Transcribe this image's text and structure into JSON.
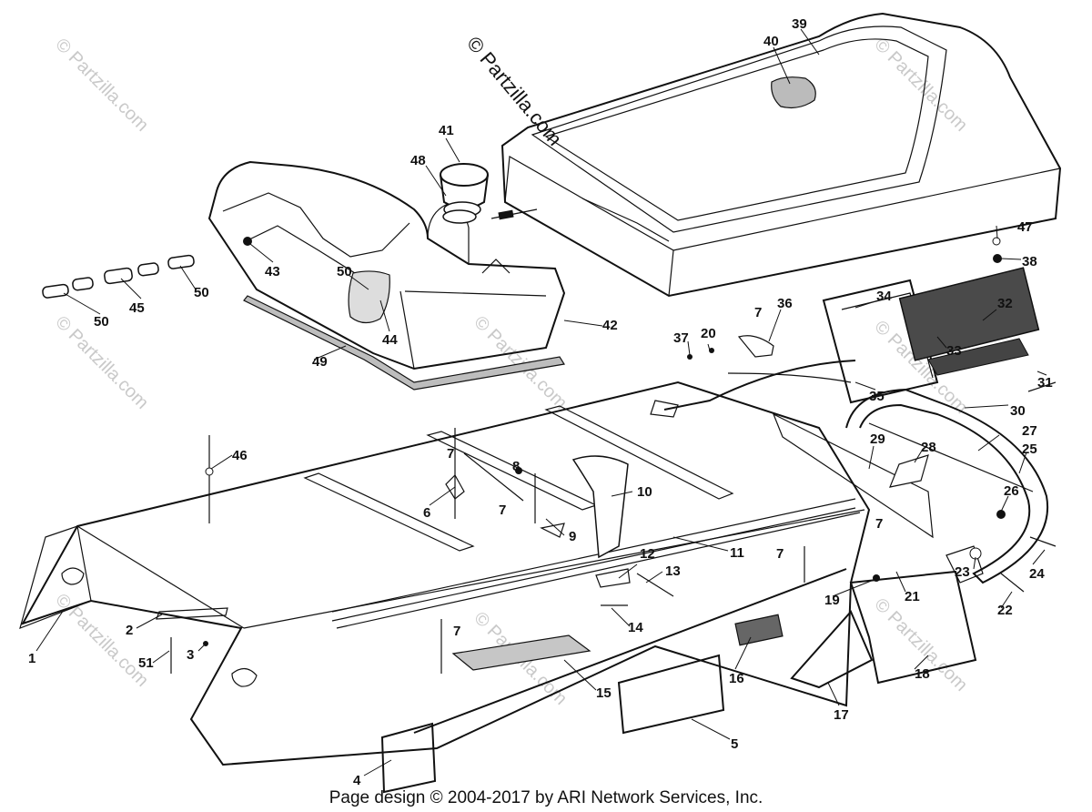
{
  "watermark_main": "© Partzilla.com",
  "watermark_repeat": "© Partzilla.com",
  "footer": "Page design © 2004-2017 by ARI Network Services, Inc.",
  "callouts": [
    "1",
    "2",
    "3",
    "4",
    "5",
    "6",
    "7",
    "7",
    "7",
    "7",
    "7",
    "7",
    "8",
    "9",
    "10",
    "11",
    "12",
    "13",
    "14",
    "15",
    "16",
    "17",
    "18",
    "19",
    "20",
    "21",
    "22",
    "23",
    "24",
    "25",
    "26",
    "27",
    "28",
    "29",
    "30",
    "31",
    "32",
    "33",
    "34",
    "35",
    "36",
    "37",
    "38",
    "39",
    "40",
    "41",
    "42",
    "43",
    "44",
    "45",
    "46",
    "47",
    "48",
    "49",
    "50",
    "50",
    "50",
    "51"
  ]
}
